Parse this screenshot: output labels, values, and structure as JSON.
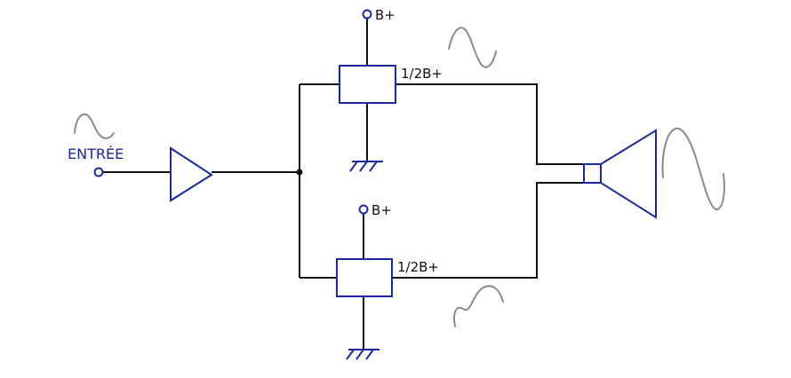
{
  "labels": {
    "input": "ENTRÉE",
    "supply_top": "B+",
    "supply_bottom": "B+",
    "half_supply_top": "1/2B+",
    "half_supply_bottom": "1/2B+"
  },
  "colors": {
    "wire": "#111111",
    "component": "#1a2a9c",
    "waveform": "#8a8a8a",
    "background": "#ffffff"
  }
}
